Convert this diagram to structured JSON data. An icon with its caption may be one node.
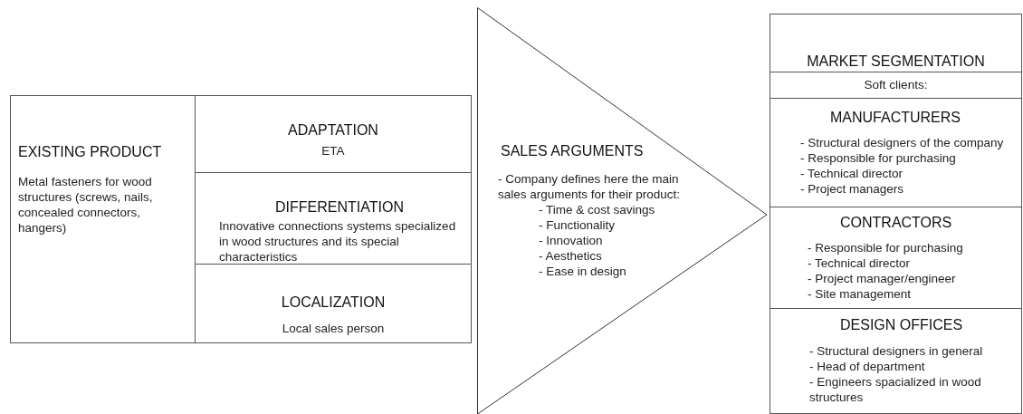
{
  "diagram": {
    "nodes": [
      {
        "text": [
          "EXISTING PRODUCT",
          "Metal fasteners for wood structures (screws, nails, concealed connectors, hangers)"
        ]
      },
      {
        "text": [
          "ADAPTATION",
          "ETA"
        ]
      },
      {
        "text": [
          "DIFFERENTIATION",
          "Innovative connections systems specialized in wood structures and its special characteristics"
        ]
      },
      {
        "text": [
          "LOCALIZATION",
          "Local sales person"
        ]
      },
      {
        "text": [
          "SALES ARGUMENTS",
          "- Company defines here the main sales arguments for their product:",
          "- Time & cost savings",
          "- Functionality",
          "- Innovation",
          "- Aesthetics",
          "- Ease in design"
        ]
      },
      {
        "text": [
          "MARKET SEGMENTATION"
        ]
      },
      {
        "text": [
          "Soft clients:"
        ]
      },
      {
        "text": [
          "MANUFACTURERS",
          "- Structural designers of the company",
          "- Responsible for purchasing",
          "- Technical director",
          "- Project managers"
        ]
      },
      {
        "text": [
          "CONTRACTORS",
          "- Responsible for purchasing",
          "- Technical director",
          "- Project manager/engineer",
          "- Site management"
        ]
      },
      {
        "text": [
          "DESIGN OFFICES",
          "- Structural designers in general",
          "- Head of department",
          "- Engineers spacialized in wood structures"
        ]
      }
    ]
  }
}
